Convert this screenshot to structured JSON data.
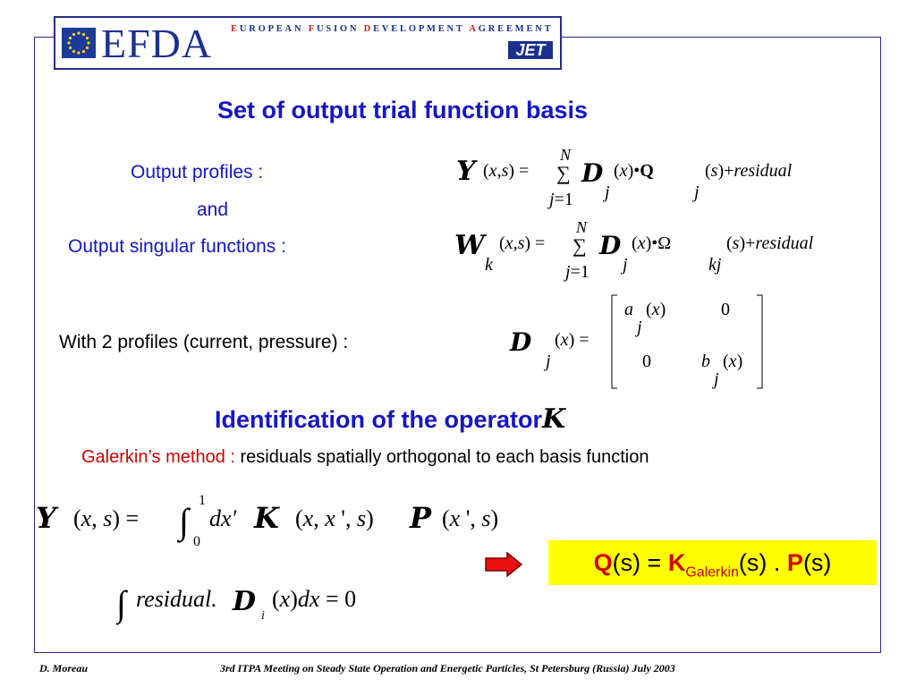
{
  "logo": {
    "efda": "EFDA",
    "full_name": [
      {
        "cap": "E",
        "rest": "UROPEAN "
      },
      {
        "cap": "F",
        "rest": "USION "
      },
      {
        "cap": "D",
        "rest": "EVELOPMENT "
      },
      {
        "cap": "A",
        "rest": "GREEMENT"
      }
    ],
    "jet": "JET"
  },
  "section1": {
    "title": "Set of output trial function basis",
    "output_profiles": "Output profiles :",
    "and": "and",
    "output_singular": "Output singular functions :",
    "profiles_note": "With 2 profiles (current, pressure) :"
  },
  "section2": {
    "title": "Identification of the operator",
    "method_label": "Galerkin’s method :",
    "method_text": " residuals spatially orthogonal to each basis function"
  },
  "result": {
    "q": "Q",
    "s1": "(s) = ",
    "k": "K",
    "galerkin": "Galerkin",
    "s2": "(s) . ",
    "p": "P",
    "s3": "(s)"
  },
  "footer": {
    "author": "D. Moreau",
    "meeting": "3rd ITPA Meeting on Steady State Operation and Energetic Particles, St Petersburg (Russia) July 2003"
  },
  "colors": {
    "heading_blue": "#1515c8",
    "accent_red": "#d40000",
    "highlight_yellow": "#ffff00",
    "frame_navy": "#2a2a8a"
  }
}
